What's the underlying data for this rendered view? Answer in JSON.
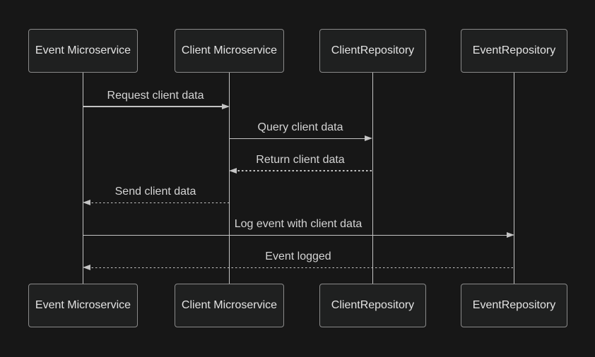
{
  "diagram": {
    "type": "sequence-diagram",
    "participants": [
      {
        "name": "Event Microservice"
      },
      {
        "name": "Client Microservice"
      },
      {
        "name": "ClientRepository"
      },
      {
        "name": "EventRepository"
      }
    ],
    "messages": [
      {
        "label": "Request client data",
        "from": "Event Microservice",
        "to": "Client Microservice",
        "line": "solid",
        "direction": "right"
      },
      {
        "label": "Query client data",
        "from": "Client Microservice",
        "to": "ClientRepository",
        "line": "solid",
        "direction": "right"
      },
      {
        "label": "Return client data",
        "from": "ClientRepository",
        "to": "Client Microservice",
        "line": "dashed",
        "direction": "left"
      },
      {
        "label": "Send client data",
        "from": "Client Microservice",
        "to": "Event Microservice",
        "line": "dashed",
        "direction": "left"
      },
      {
        "label": "Log event with client data",
        "from": "Event Microservice",
        "to": "EventRepository",
        "line": "solid",
        "direction": "right"
      },
      {
        "label": "Event logged",
        "from": "EventRepository",
        "to": "Event Microservice",
        "line": "dashed",
        "direction": "left"
      }
    ],
    "colors": {
      "background": "#171717",
      "actor_fill": "#1f2020",
      "actor_border": "#8a8a8a",
      "actor_text": "#e3e3e3",
      "message_text": "#d4d4d4",
      "line": "#c4c4c4"
    }
  }
}
